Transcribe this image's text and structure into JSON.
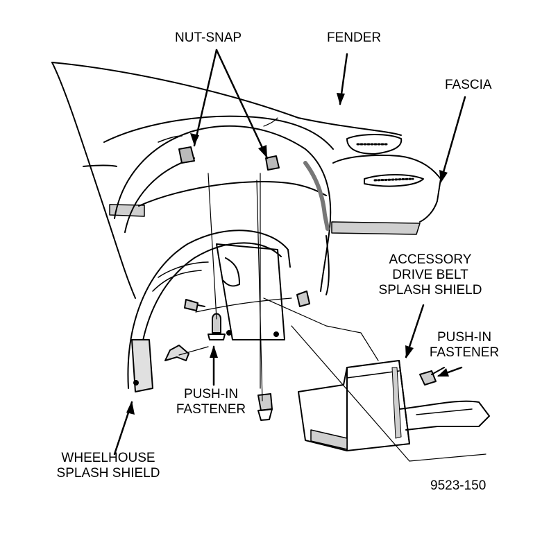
{
  "labels": {
    "nut_snap": "NUT-SNAP",
    "fender": "FENDER",
    "fascia": "FASCIA",
    "accessory_line1": "ACCESSORY",
    "accessory_line2": "DRIVE BELT",
    "accessory_line3": "SPLASH SHIELD",
    "pushin_right_line1": "PUSH-IN",
    "pushin_right_line2": "FASTENER",
    "pushin_center_line1": "PUSH-IN",
    "pushin_center_line2": "FASTENER",
    "wheelhouse_line1": "WHEELHOUSE",
    "wheelhouse_line2": "SPLASH SHIELD",
    "figure_number": "9523-150"
  }
}
